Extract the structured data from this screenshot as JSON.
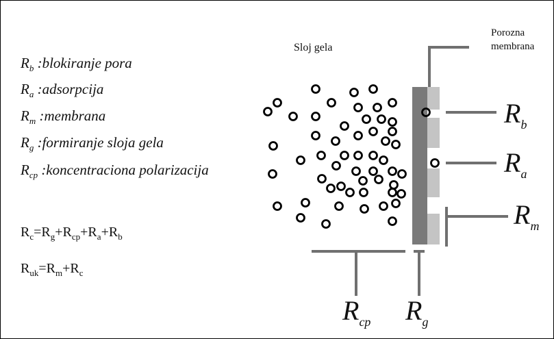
{
  "legend": [
    {
      "symbol": "R",
      "sub": "b",
      "text": ":blokiranje pora"
    },
    {
      "symbol": "R",
      "sub": "a",
      "text": ":adsorpcija"
    },
    {
      "symbol": "R",
      "sub": "m",
      "text": ":membrana"
    },
    {
      "symbol": "R",
      "sub": "g",
      "text": ":formiranje sloja gela"
    },
    {
      "symbol": "R",
      "sub": "cp",
      "text": ":koncentraciona polarizacija"
    }
  ],
  "equations": {
    "rc": {
      "lhs": "R",
      "lhs_sub": "c",
      "parts": [
        {
          "t": "=R",
          "s": "g"
        },
        {
          "t": "+R",
          "s": "cp"
        },
        {
          "t": "+R",
          "s": "a"
        },
        {
          "t": "+R",
          "s": "b"
        }
      ]
    },
    "ruk": {
      "lhs": "R",
      "lhs_sub": "uk",
      "parts": [
        {
          "t": "=R",
          "s": "m"
        },
        {
          "t": "+R",
          "s": "c"
        }
      ]
    }
  },
  "labels": {
    "gel_layer": "Sloj gela",
    "porous_membrane_line1": "Porozna",
    "porous_membrane_line2": "membrana",
    "rb": {
      "symbol": "R",
      "sub": "b"
    },
    "ra": {
      "symbol": "R",
      "sub": "a"
    },
    "rm": {
      "symbol": "R",
      "sub": "m"
    },
    "rcp": {
      "symbol": "R",
      "sub": "cp"
    },
    "rg": {
      "symbol": "R",
      "sub": "g"
    }
  },
  "colors": {
    "membrane_dark": "#7a7a7a",
    "membrane_light": "#c4c4c4",
    "lines": "#707070",
    "particles": "#000000"
  }
}
